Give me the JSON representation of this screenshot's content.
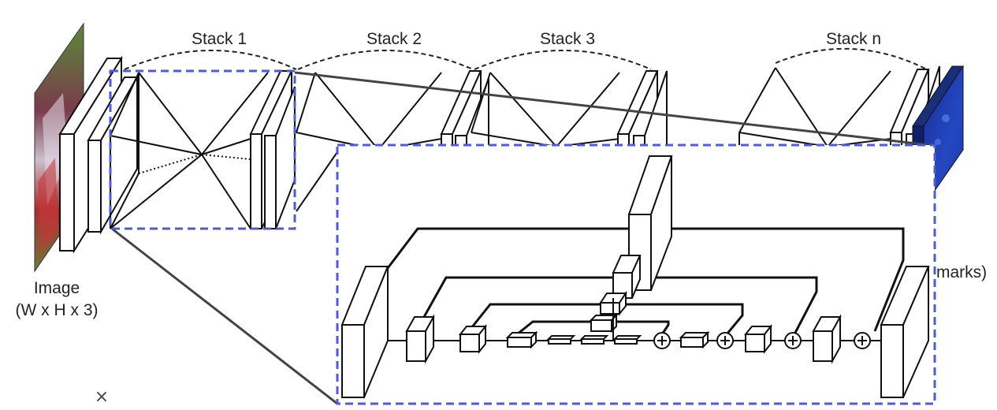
{
  "stacks": {
    "labels": [
      "Stack 1",
      "Stack 2",
      "Stack 3",
      "Stack n"
    ]
  },
  "input": {
    "label_line1": "Image",
    "label_line2": "(W x H x 3)"
  },
  "output": {
    "label_partial": "marks)"
  },
  "close_icon": "×",
  "colors": {
    "highlight_dash": "#5059d8",
    "output_heatmap": "#1f3fb0",
    "connector": "#444444"
  }
}
